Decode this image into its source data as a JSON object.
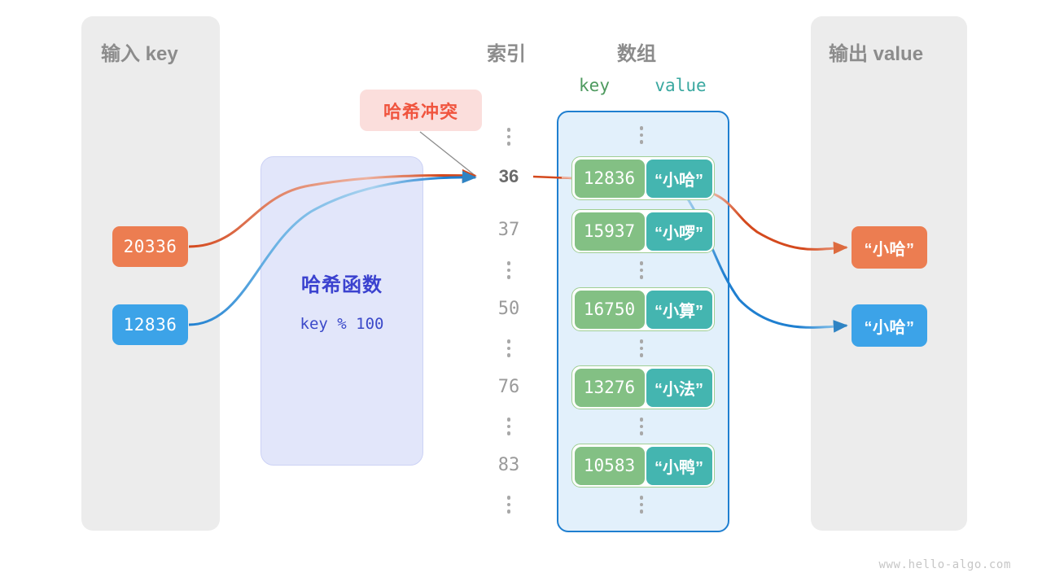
{
  "panels": {
    "input": {
      "title": "输入 key"
    },
    "output": {
      "title": "输出 value"
    }
  },
  "headers": {
    "index": "索引",
    "array": "数组",
    "key": "key",
    "value": "value"
  },
  "hash_function": {
    "name": "哈希函数",
    "expression": "key % 100"
  },
  "collision": {
    "label": "哈希冲突"
  },
  "input_keys": [
    {
      "value": "20336",
      "color": "#ec7d51"
    },
    {
      "value": "12836",
      "color": "#3ca3e8"
    }
  ],
  "output_values": [
    {
      "value": "“小哈”",
      "color": "#ec7d51"
    },
    {
      "value": "“小哈”",
      "color": "#3ca3e8"
    }
  ],
  "buckets": [
    {
      "index": "36",
      "key": "12836",
      "value": "“小哈”",
      "highlight": true
    },
    {
      "index": "37",
      "key": "15937",
      "value": "“小啰”",
      "highlight": false
    },
    {
      "index": "50",
      "key": "16750",
      "value": "“小算”",
      "highlight": false
    },
    {
      "index": "76",
      "key": "13276",
      "value": "“小法”",
      "highlight": false
    },
    {
      "index": "83",
      "key": "10583",
      "value": "“小鸭”",
      "highlight": false
    }
  ],
  "colors": {
    "key_cell": "#83c084",
    "value_cell": "#44b5b0",
    "array_border": "#1f7fd0",
    "array_bg": "#e2f0fb",
    "hash_bg": "#e2e6fa",
    "collision_bg": "#fbdedc",
    "collision_text": "#f0553f",
    "panel_bg": "#ececec"
  },
  "watermark": "www.hello-algo.com"
}
